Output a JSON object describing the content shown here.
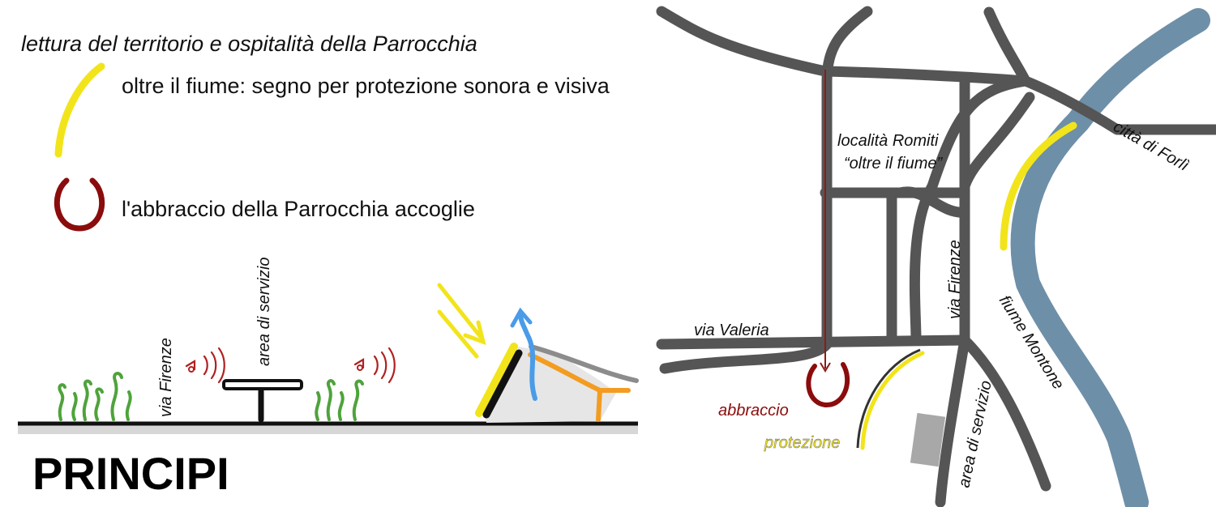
{
  "title": "lettura del territorio e ospitalità della Parrocchia",
  "legend": {
    "protection": "oltre il fiume: segno per protezione sonora e visiva",
    "embrace": "l'abbraccio della Parrocchia accoglie"
  },
  "heading": "PRINCIPI",
  "section": {
    "via_firenze": "via Firenze",
    "area_servizio": "area di servizio"
  },
  "map": {
    "locality_1": "località Romiti",
    "locality_2": "“oltre il fiume”",
    "citta": "città di Forlì",
    "via_valeria": "via Valeria",
    "via_firenze": "via Firenze",
    "fiume": "fiume Montone",
    "abbraccio": "abbraccio",
    "protezione": "protezione",
    "area_servizio": "area di servizio"
  },
  "colors": {
    "road": "#555555",
    "river": "#6e8fa8",
    "protection": "#f2e41a",
    "embrace": "#8b0c0c",
    "vegetation": "#4ea33b",
    "orange": "#f39c21",
    "air_flow": "#4a9be8"
  }
}
